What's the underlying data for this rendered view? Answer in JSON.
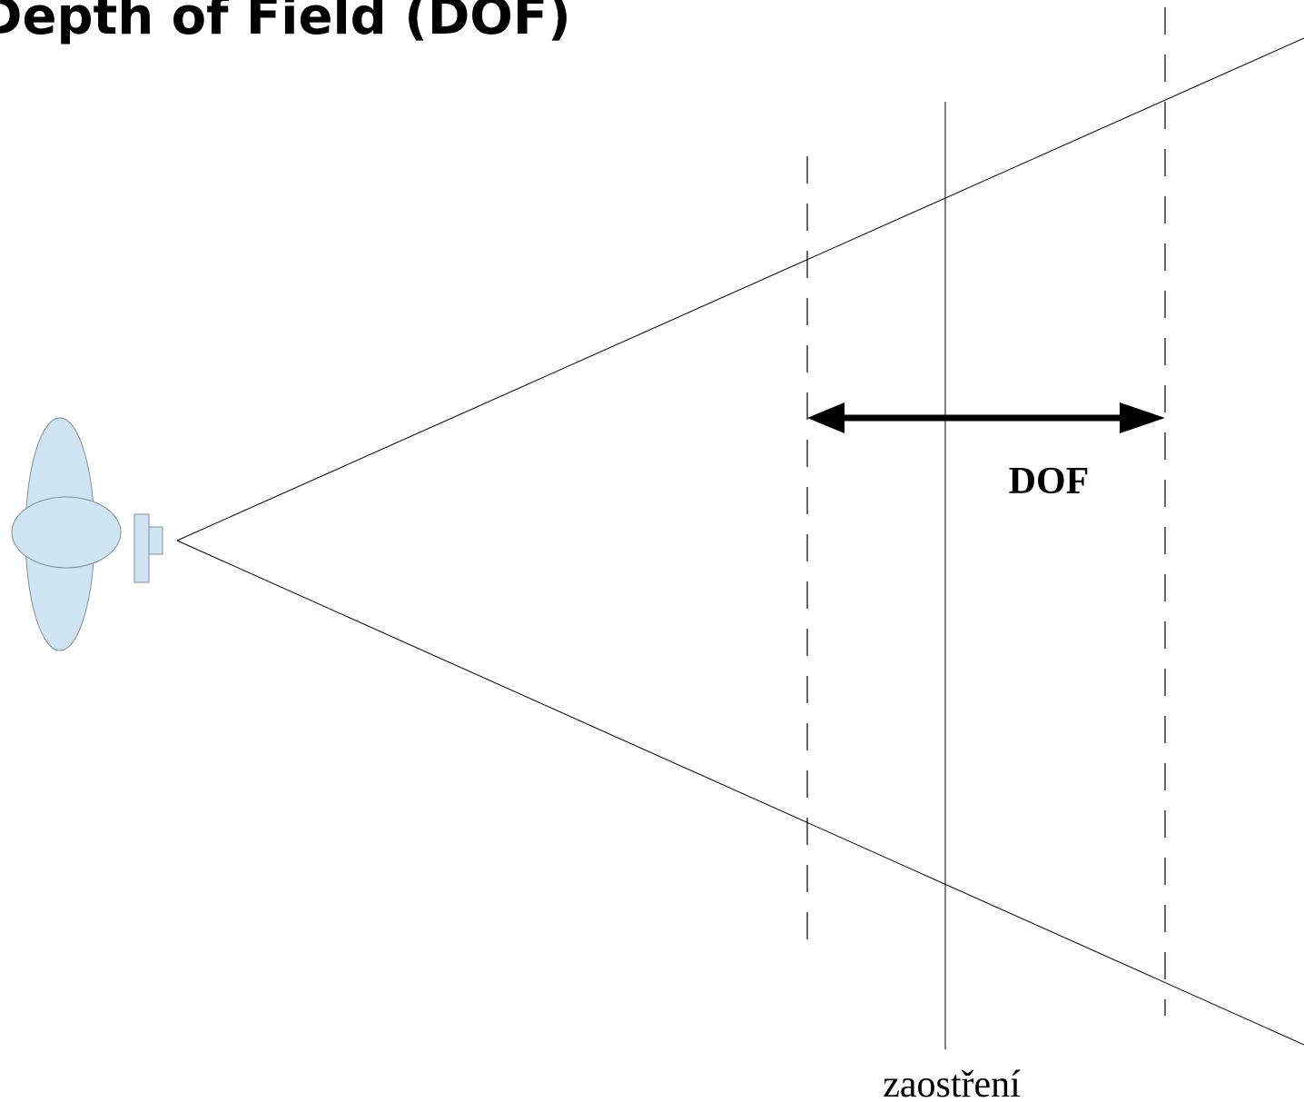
{
  "title": "Depth of Field (DOF)",
  "labels": {
    "dof": "DOF",
    "focus": "zaostření"
  },
  "colors": {
    "camera_fill": "#cfe5f3",
    "camera_stroke": "#7f8f9a",
    "line": "#000000"
  },
  "icons": {
    "camera": "camera-icon"
  }
}
